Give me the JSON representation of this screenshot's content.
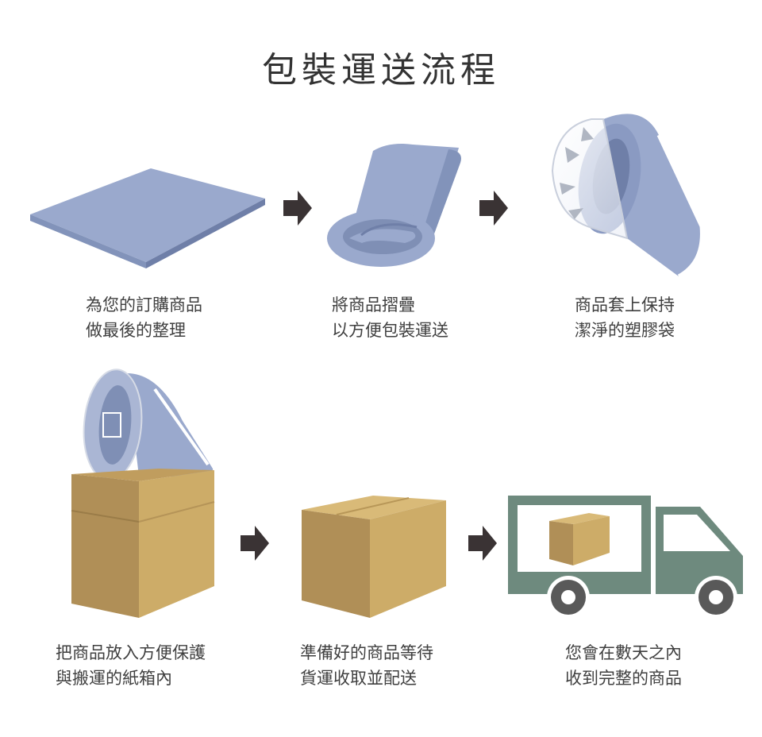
{
  "title": "包裝運送流程",
  "colors": {
    "mattress": "#9aa9cd",
    "mattress_side": "#7f8fb5",
    "mattress_dark": "#6f7fa8",
    "box_front": "#cdac68",
    "box_side": "#b08f57",
    "box_top": "#d9ba78",
    "truck": "#6e8a7e",
    "arrow": "#3a3334"
  },
  "steps": [
    {
      "line1": "為您的訂購商品",
      "line2": "做最後的整理"
    },
    {
      "line1": "將商品摺疊",
      "line2": "以方便包裝運送"
    },
    {
      "line1": "商品套上保持",
      "line2": "潔淨的塑膠袋"
    },
    {
      "line1": "把商品放入方便保護",
      "line2": "與搬運的紙箱內"
    },
    {
      "line1": "準備好的商品等待",
      "line2": "貨運收取並配送"
    },
    {
      "line1": "您會在數天之內",
      "line2": "收到完整的商品"
    }
  ]
}
